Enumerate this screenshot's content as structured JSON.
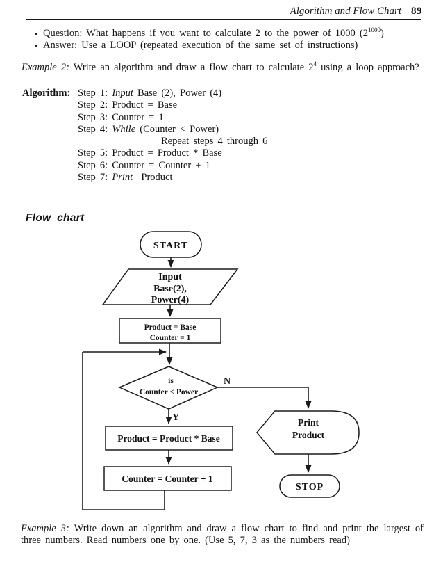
{
  "header": {
    "title": "Algorithm and Flow Chart",
    "page_number": "89"
  },
  "intro": {
    "bullet_glyph": "•",
    "question": {
      "before": "Question: What happens if you want to calculate 2 to the power of 1000 (2",
      "sup": "1000",
      "after": ")"
    },
    "answer": "Answer: Use a LOOP (repeated execution of the same set of instructions)"
  },
  "example2": {
    "label": "Example 2:",
    "before": " Write an algorithm and draw a flow chart to calculate 2",
    "sup": "4",
    "after": " using a loop approach?"
  },
  "algorithm": {
    "label": "Algorithm:",
    "steps": [
      {
        "label": "Step 1:",
        "keyword": "Input",
        "text": "Base (2), Power (4)"
      },
      {
        "label": "Step 2:",
        "keyword": "",
        "text": "Product = Base"
      },
      {
        "label": "Step 3:",
        "keyword": "",
        "text": "Counter = 1"
      },
      {
        "label": "Step 4:",
        "keyword": "While",
        "text": "(Counter < Power)"
      },
      {
        "label": "",
        "keyword": "",
        "text": "Repeat steps 4 through 6"
      },
      {
        "label": "Step 5:",
        "keyword": "",
        "text": "Product = Product * Base"
      },
      {
        "label": "Step 6:",
        "keyword": "",
        "text": "Counter = Counter + 1"
      },
      {
        "label": "Step 7:",
        "keyword": "Print",
        "text": "Product"
      }
    ]
  },
  "flowchart_heading": "Flow chart",
  "flowchart": {
    "start": "START",
    "input": {
      "lines": [
        "Input",
        "Base(2),",
        "Power(4)"
      ]
    },
    "init": {
      "lines": [
        "Product = Base",
        "Counter = 1"
      ]
    },
    "decision": {
      "lines": [
        "is",
        "Counter < Power"
      ]
    },
    "branch_no": "N",
    "branch_yes": "Y",
    "multiply": "Product = Product * Base",
    "increment": "Counter = Counter + 1",
    "print": {
      "lines": [
        "Print",
        "Product"
      ]
    },
    "stop": "STOP"
  },
  "example3": {
    "label": "Example 3:",
    "text": " Write down an algorithm and draw a flow chart to find and print the largest of three numbers. Read numbers one by one. (Use 5, 7, 3 as the numbers read)"
  }
}
